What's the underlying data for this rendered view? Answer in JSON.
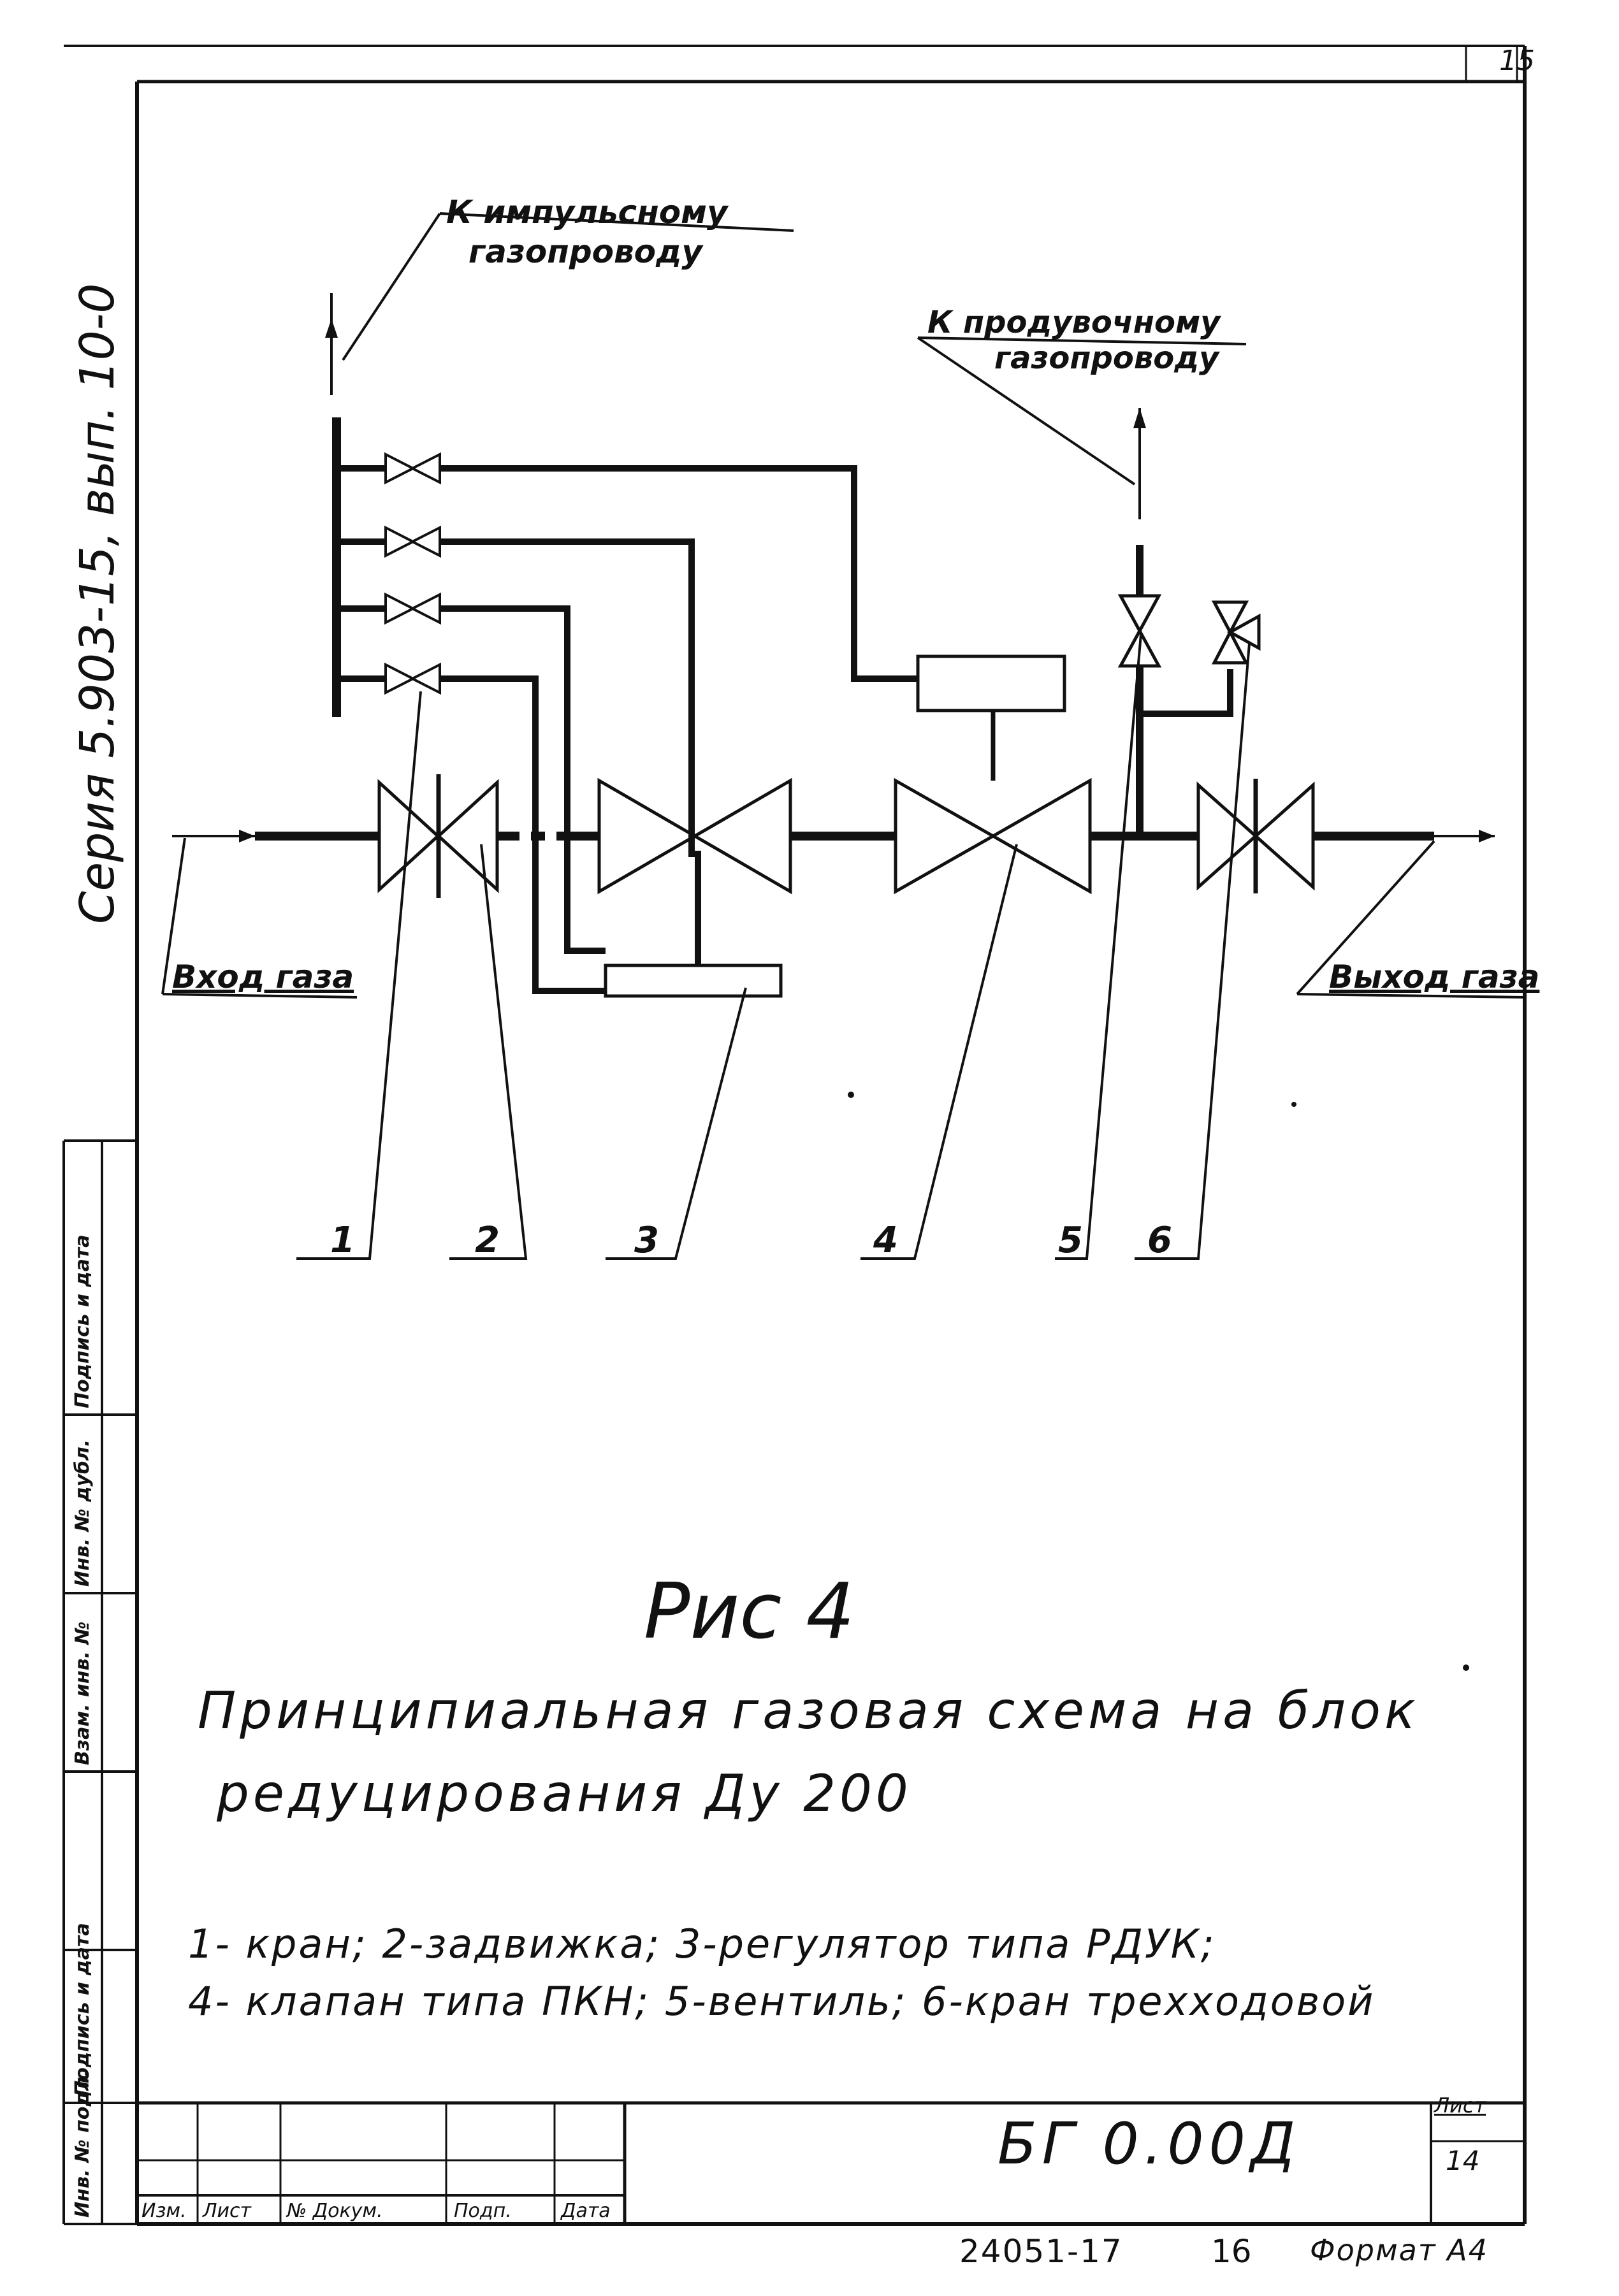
{
  "page_number": "15",
  "side_title": "Серия 5.903-15, вып. 10-0",
  "labels": {
    "to_impulse_line": [
      "К импульсному",
      "газопроводу"
    ],
    "to_purge_line": [
      "К продувочному",
      "газопроводу"
    ],
    "gas_inlet": "Вход газа",
    "gas_outlet": "Выход газа"
  },
  "callouts": [
    "1",
    "2",
    "3",
    "4",
    "5",
    "6"
  ],
  "figure": {
    "title": "Рис 4",
    "caption_line1": "Принципиальная газовая схема на блок",
    "caption_line2": "редуцирования Ду 200"
  },
  "legend": {
    "line1": "1- кран; 2-задвижка; 3-регулятор типа РДУК;",
    "line2": "4- клапан типа ПКН; 5-вентиль; 6-кран трехходовой"
  },
  "title_block": {
    "columns": [
      "Изм.",
      "Лист",
      "№ Докум.",
      "Подп.",
      "Дата"
    ],
    "document_code": "БГ 0.00Д",
    "sheet_label": "Лист",
    "sheet_number": "14"
  },
  "side_stamp": [
    "Инв. № подл.",
    "Подпись и дата",
    "Взам. инв. №",
    "Инв. № дубл.",
    "Подпись и дата"
  ],
  "bottom": {
    "number": "24051-17",
    "number2": "16",
    "format": "Формат А4"
  }
}
